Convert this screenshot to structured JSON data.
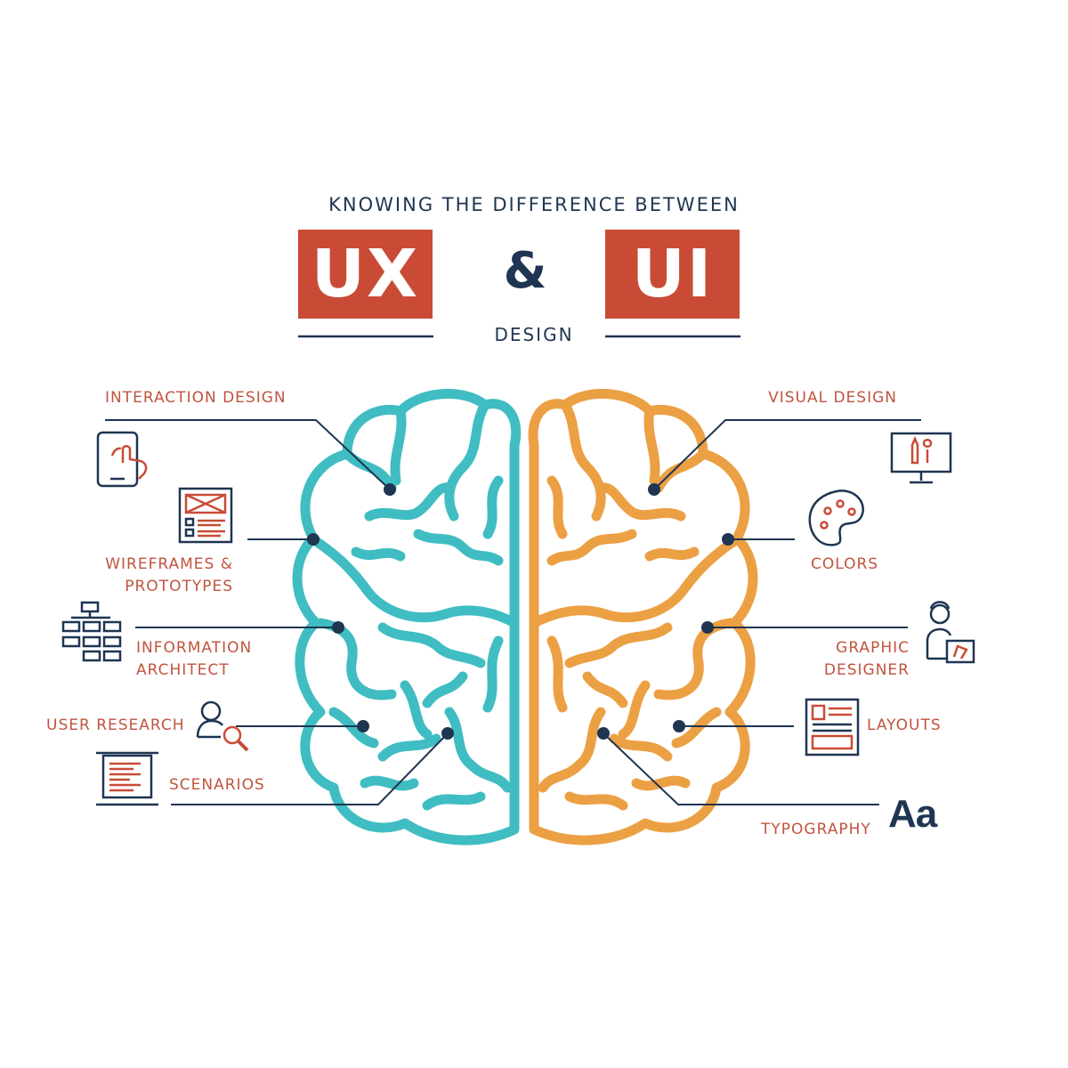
{
  "header": {
    "headline": "KNOWING THE DIFFERENCE BETWEEN",
    "ux": "UX",
    "ampersand": "&",
    "ui": "UI",
    "design": "DESIGN"
  },
  "ux_items": {
    "interaction_design": "INTERACTION DESIGN",
    "wireframes_line1": "WIREFRAMES &",
    "wireframes_line2": "PROTOTYPES",
    "info_line1": "INFORMATION",
    "info_line2": "ARCHITECT",
    "user_research": "USER RESEARCH",
    "scenarios": "SCENARIOS"
  },
  "ui_items": {
    "visual_design": "VISUAL DESIGN",
    "colors": "COLORS",
    "graphic_line1": "GRAPHIC",
    "graphic_line2": "DESIGNER",
    "layouts": "LAYOUTS",
    "typography": "TYPOGRAPHY",
    "typography_glyph": "Aa"
  },
  "colors": {
    "accent_red": "#c94b36",
    "navy": "#1f3552",
    "ux_brain": "#3fbdc2",
    "ui_brain": "#eca044",
    "label_red": "#c0543f"
  },
  "icons": {
    "interaction_design": "tablet-touch-icon",
    "wireframes": "wireframe-page-icon",
    "information_architect": "sitemap-icon",
    "user_research": "user-search-icon",
    "scenarios": "scroll-document-icon",
    "visual_design": "monitor-tools-icon",
    "colors": "palette-icon",
    "graphic_designer": "designer-icon",
    "layouts": "layout-icon"
  }
}
